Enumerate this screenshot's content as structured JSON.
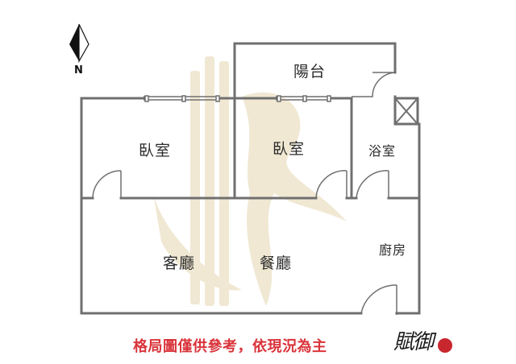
{
  "compass": {
    "north_label": "N",
    "icon": "north-arrow-icon"
  },
  "rooms": {
    "balcony": "陽台",
    "bedroom_1": "臥室",
    "bedroom_2": "臥室",
    "bathroom": "浴室",
    "living_room": "客廳",
    "dining_room": "餐廳",
    "kitchen": "廚房"
  },
  "disclaimer": "格局圖僅供參考，依現況為主",
  "brand": {
    "logo_text": "賦御",
    "seal_icon": "red-seal-icon"
  },
  "colors": {
    "wall": "#6f6f6f",
    "text": "#2b2b2b",
    "disclaimer": "#d9343b",
    "watermark": "#efe6cf",
    "seal": "#c8272e"
  }
}
